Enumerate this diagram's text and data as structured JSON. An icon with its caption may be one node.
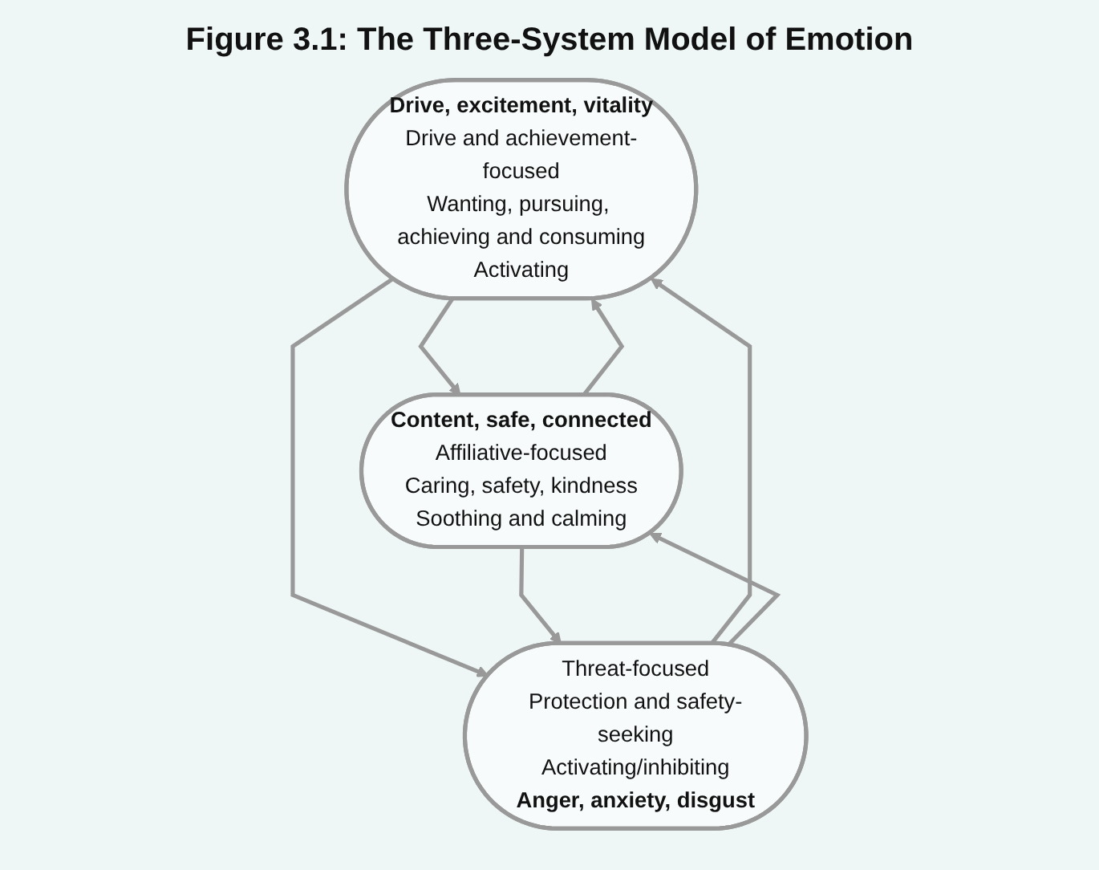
{
  "diagram": {
    "title": "Figure 3.1: The Three-System Model of Emotion",
    "nodes": [
      {
        "text": [
          "Drive, excitement, vitality",
          "Drive and achievement-focused",
          "Wanting, pursuing, achieving and consuming",
          "Activating"
        ]
      },
      {
        "text": [
          "Content, safe, connected",
          "Affiliative-focused",
          "Caring, safety, kindness",
          "Soothing and calming"
        ]
      },
      {
        "text": [
          "Threat-focused",
          "Protection and safety-seeking",
          "Activating/inhibiting",
          "Anger, anxiety, disgust"
        ]
      }
    ],
    "edges": [
      {
        "from": 0,
        "to": 1,
        "arrow": "to"
      },
      {
        "from": 1,
        "to": 0,
        "arrow": "to"
      },
      {
        "from": 0,
        "to": 2,
        "arrow": "to"
      },
      {
        "from": 2,
        "to": 0,
        "arrow": "to"
      },
      {
        "from": 2,
        "to": 1,
        "arrow": "to"
      },
      {
        "from": 1,
        "to": 2,
        "arrow": "to"
      }
    ]
  }
}
